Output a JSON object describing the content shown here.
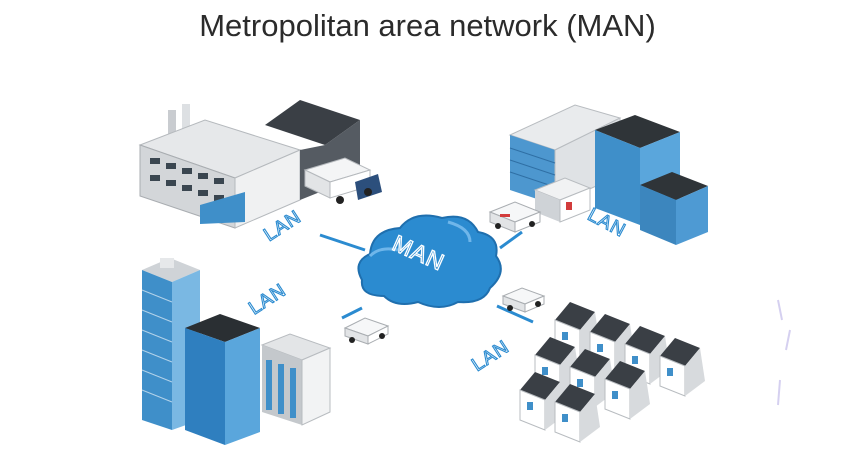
{
  "title": "Metropolitan area network (MAN)",
  "center": {
    "label": "MAN"
  },
  "links": [
    {
      "id": "factory",
      "label": "LAN"
    },
    {
      "id": "hospital",
      "label": "LAN"
    },
    {
      "id": "office",
      "label": "LAN"
    },
    {
      "id": "houses",
      "label": "LAN"
    }
  ],
  "colors": {
    "cloud": "#2b8bd0",
    "link": "#2b8bd0",
    "glass": "#3f8fc9",
    "roof": "#3a3f45"
  }
}
